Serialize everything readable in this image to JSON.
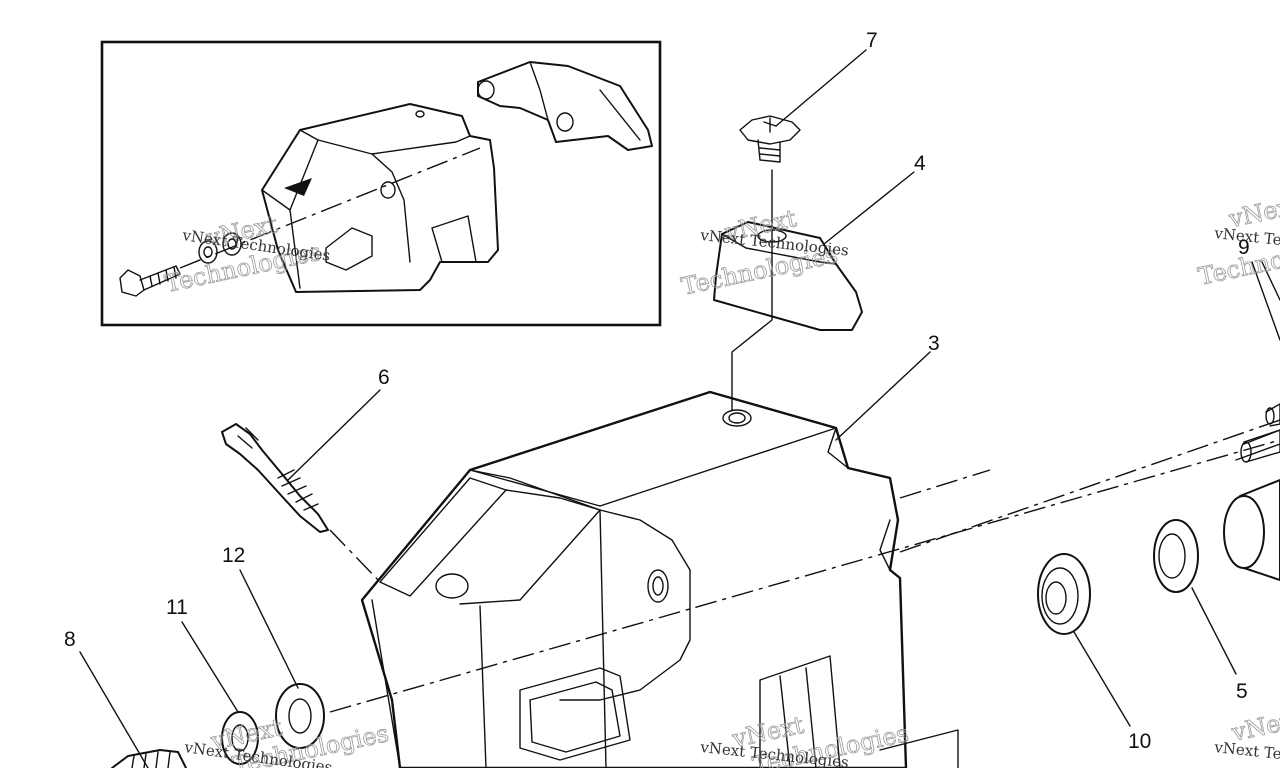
{
  "diagram": {
    "callouts": [
      "7",
      "4",
      "3",
      "6",
      "12",
      "11",
      "8",
      "9",
      "5",
      "10"
    ],
    "watermark": {
      "line1": "vNext Technologies",
      "outline_top": "vNext",
      "outline_bottom": "Technologies"
    }
  }
}
